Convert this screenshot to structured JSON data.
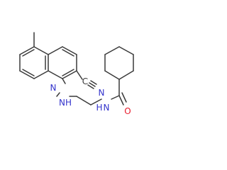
{
  "colors": {
    "bond": "#3a3a3a",
    "nitrogen": "#3333cc",
    "oxygen": "#e8192a"
  },
  "atom_labels": {
    "ring_n": "N",
    "nitrile_n": "N",
    "amine_nh": "NH",
    "amide_nh": "N",
    "amide_h": "H",
    "carbonyl_o": "O",
    "nitrile_c": "C"
  }
}
